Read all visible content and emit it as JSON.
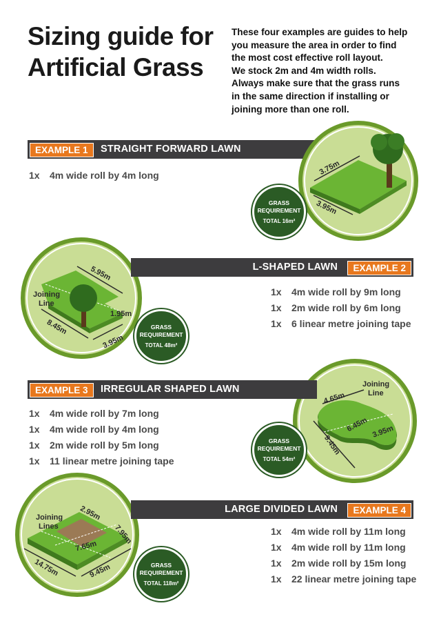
{
  "title": {
    "line1": "Sizing guide for",
    "line2": "Artificial Grass"
  },
  "intro": [
    "These four examples are guides to help",
    "you measure the area in order to find",
    "the most cost effective roll layout.",
    "We stock 2m and 4m width rolls.",
    "Always make sure that the grass runs",
    "in the same direction if installing  or",
    "joining more than one roll."
  ],
  "colors": {
    "band": "#3d3c3e",
    "tag": "#e8781e",
    "req_badge": "#2b5b25",
    "circle_bg": "#c9dd95",
    "circle_ring": "#6a9a2a",
    "lawn": "#6bb534"
  },
  "req_label_line1": "GRASS",
  "req_label_line2": "REQUIREMENT",
  "examples": [
    {
      "tag": "EXAMPLE 1",
      "name": "STRAIGHT FORWARD LAWN",
      "items": [
        {
          "qty": "1x",
          "desc": "4m wide roll by 4m long"
        }
      ],
      "total": "TOTAL 16m²",
      "dims": [
        "3.75m",
        "3.95m"
      ]
    },
    {
      "tag": "EXAMPLE 2",
      "name": "L-SHAPED LAWN",
      "items": [
        {
          "qty": "1x",
          "desc": "4m wide roll by 9m long"
        },
        {
          "qty": "1x",
          "desc": "2m wide roll by 6m long"
        },
        {
          "qty": "1x",
          "desc": "6 linear metre joining tape"
        }
      ],
      "total": "TOTAL 48m²",
      "dims": [
        "5.95m",
        "1.95m",
        "8.45m",
        "3.95m"
      ],
      "joining": [
        "Joining",
        "Line"
      ]
    },
    {
      "tag": "EXAMPLE 3",
      "name": "IRREGULAR SHAPED LAWN",
      "items": [
        {
          "qty": "1x",
          "desc": "4m wide roll by 7m long"
        },
        {
          "qty": "1x",
          "desc": "4m wide roll by 4m long"
        },
        {
          "qty": "1x",
          "desc": "2m wide roll by 5m long"
        },
        {
          "qty": "1x",
          "desc": "11 linear metre joining tape"
        }
      ],
      "total": "TOTAL 54m²",
      "dims": [
        "4.65m",
        "6.45m",
        "3.95m",
        "9.45m"
      ],
      "joining": [
        "Joining",
        "Line"
      ]
    },
    {
      "tag": "EXAMPLE 4",
      "name": "LARGE DIVIDED LAWN",
      "items": [
        {
          "qty": "1x",
          "desc": "4m wide roll by 11m long"
        },
        {
          "qty": "1x",
          "desc": "4m wide roll by 11m long"
        },
        {
          "qty": "1x",
          "desc": "2m wide roll by 15m long"
        },
        {
          "qty": "1x",
          "desc": "22 linear metre joining tape"
        }
      ],
      "total": "TOTAL 118m²",
      "dims": [
        "2.95m",
        "7.95m",
        "7.65m",
        "14.75m",
        "9.45m"
      ],
      "joining": [
        "Joining",
        "Lines"
      ]
    }
  ]
}
